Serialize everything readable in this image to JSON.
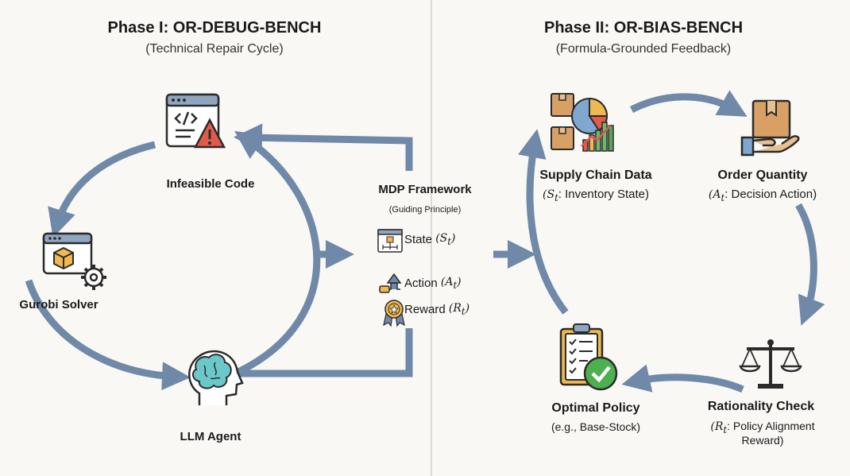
{
  "phase1": {
    "title": "Phase I: OR-DEBUG-BENCH",
    "subtitle": "(Technical Repair Cycle)",
    "nodes": {
      "infeasible_code": "Infeasible Code",
      "gurobi_solver": "Gurobi Solver",
      "llm_agent": "LLM Agent"
    }
  },
  "mdp": {
    "title": "MDP Framework",
    "subtitle": "(Guiding Principle)",
    "state": {
      "label": "State",
      "symbol": "(S",
      "sub": "t",
      "close": ")"
    },
    "action": {
      "label": "Action",
      "symbol": "(A",
      "sub": "t",
      "close": ")"
    },
    "reward": {
      "label": "Reward",
      "symbol": "(R",
      "sub": "t",
      "close": ")"
    }
  },
  "phase2": {
    "title": "Phase II: OR-BIAS-BENCH",
    "subtitle": "(Formula-Grounded Feedback)",
    "supply": {
      "label": "Supply Chain Data",
      "sym": "(S",
      "sub": "t",
      "rest": ": Inventory State)"
    },
    "order": {
      "label": "Order Quantity",
      "sym": "(A",
      "sub": "t",
      "rest": ": Decision Action)"
    },
    "rational": {
      "label": "Rationality Check",
      "sym": "(R",
      "sub": "t",
      "rest": ": Policy Alignment",
      "line2": "Reward)"
    },
    "optimal": {
      "label": "Optimal Policy",
      "detail": "(e.g., Base-Stock)"
    }
  },
  "colors": {
    "arrow": "#7089a8",
    "background": "#f9f8f5",
    "divider": "#cfcfcf"
  },
  "icons": [
    "code-warning-icon",
    "solver-gear-icon",
    "brain-head-icon",
    "state-window-icon",
    "action-arrow-icon",
    "reward-medal-icon",
    "supply-chart-icon",
    "hand-box-icon",
    "scales-icon",
    "clipboard-check-icon"
  ]
}
